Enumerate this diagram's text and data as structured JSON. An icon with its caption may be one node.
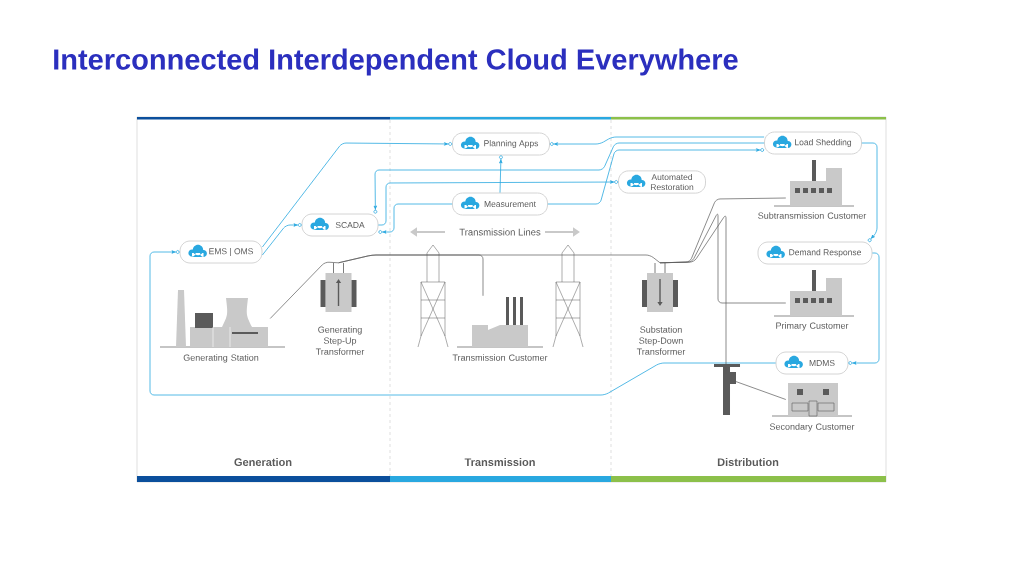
{
  "diagram": {
    "title": "Interconnected Interdependent Cloud Everywhere",
    "nodes": [
      {
        "text": [
          "EMS | OMS"
        ]
      },
      {
        "text": [
          "SCADA"
        ]
      },
      {
        "text": [
          "Planning Apps"
        ]
      },
      {
        "text": [
          "Measurement"
        ]
      },
      {
        "text": [
          "Automated Restoration"
        ]
      },
      {
        "text": [
          "Load Shedding"
        ]
      },
      {
        "text": [
          "Demand Response"
        ]
      },
      {
        "text": [
          "MDMS"
        ]
      },
      {
        "text": [
          "Generating Station"
        ]
      },
      {
        "text": [
          "Generating Step-Up Transformer"
        ]
      },
      {
        "text": [
          "Transmission Customer"
        ]
      },
      {
        "text": [
          "Substation Step-Down Transformer"
        ]
      },
      {
        "text": [
          "Subtransmission Customer"
        ]
      },
      {
        "text": [
          "Primary Customer"
        ]
      },
      {
        "text": [
          "Secondary Customer"
        ]
      }
    ],
    "edges": [
      {
        "from": 0,
        "to": 2,
        "arrow": "to"
      },
      {
        "from": 0,
        "to": 1,
        "arrow": "to"
      },
      {
        "from": 7,
        "to": 0,
        "arrow": "to"
      },
      {
        "from": 5,
        "to": 2,
        "arrow": "to"
      },
      {
        "from": 5,
        "to": 1,
        "arrow": "to"
      },
      {
        "from": 3,
        "to": 5,
        "arrow": "to"
      },
      {
        "from": 1,
        "to": 4,
        "arrow": "to"
      },
      {
        "from": 3,
        "to": 1,
        "arrow": "to"
      },
      {
        "from": 3,
        "to": 2,
        "arrow": "to"
      },
      {
        "from": 5,
        "to": 6,
        "arrow": "to"
      },
      {
        "from": 6,
        "to": 7,
        "arrow": "to"
      },
      {
        "from": 8,
        "to": 9,
        "arrow": "none",
        "color": "#5a5a5a"
      },
      {
        "from": 9,
        "to": 11,
        "arrow": "none",
        "color": "#5a5a5a"
      },
      {
        "from": 11,
        "to": 12,
        "arrow": "none",
        "color": "#5a5a5a"
      },
      {
        "from": 11,
        "to": 13,
        "arrow": "none",
        "color": "#5a5a5a"
      },
      {
        "from": 11,
        "to": 14,
        "arrow": "none",
        "color": "#5a5a5a"
      },
      {
        "from": 9,
        "to": 10,
        "arrow": "none",
        "color": "#5a5a5a"
      }
    ],
    "labels": [
      "Transmission Lines",
      "Generation",
      "Transmission",
      "Distribution"
    ]
  }
}
